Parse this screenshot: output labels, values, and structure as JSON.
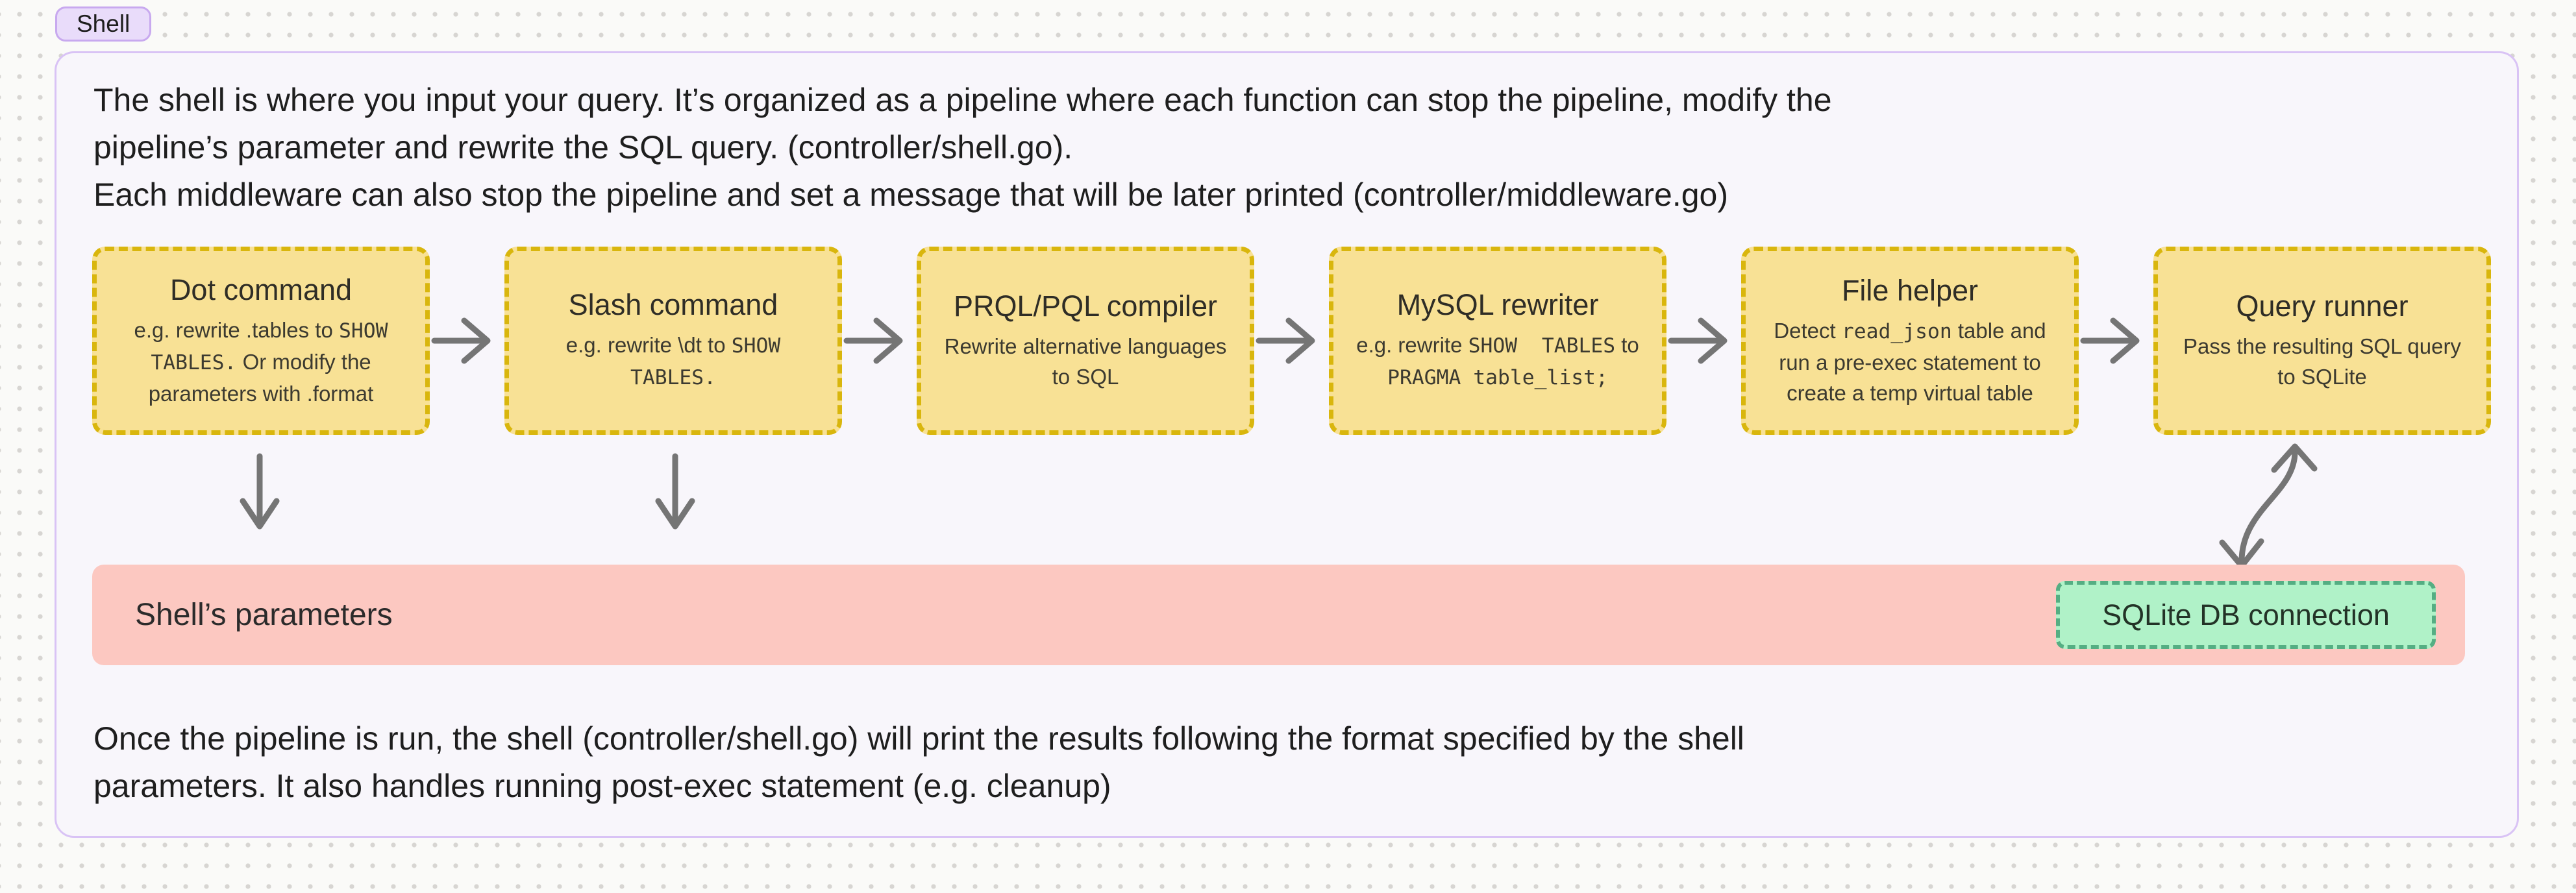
{
  "frame": {
    "label": "Shell"
  },
  "intro": {
    "lines": [
      "The shell is where you input your query. It’s organized as a pipeline where each function can stop the pipeline, modify the",
      "pipeline’s parameter and rewrite the SQL query. (controller/shell.go).",
      "Each middleware can also stop the pipeline and set a message that will be later printed (controller/middleware.go)"
    ]
  },
  "pipeline": {
    "boxes": [
      {
        "title": "Dot command",
        "desc": [
          {
            "text": "e.g. rewrite .tables to "
          },
          {
            "text": "SHOW TABLES.",
            "mono": true
          },
          {
            "text": " Or modify the parameters with .format"
          }
        ]
      },
      {
        "title": "Slash command",
        "desc": [
          {
            "text": "e.g. rewrite \\dt to "
          },
          {
            "text": "SHOW TABLES.",
            "mono": true
          }
        ]
      },
      {
        "title": "PRQL/PQL compiler",
        "desc": [
          {
            "text": "Rewrite alternative languages to SQL"
          }
        ]
      },
      {
        "title": "MySQL rewriter",
        "desc": [
          {
            "text": "e.g. rewrite "
          },
          {
            "text": "SHOW  TABLES",
            "mono": true
          },
          {
            "text": " to "
          },
          {
            "text": "PRAGMA table_list;",
            "mono": true
          }
        ]
      },
      {
        "title": "File helper",
        "desc": [
          {
            "text": "Detect "
          },
          {
            "text": "read_json",
            "mono": true
          },
          {
            "text": " table and run a pre-exec statement to create a temp virtual table"
          }
        ]
      },
      {
        "title": "Query runner",
        "desc": [
          {
            "text": "Pass the resulting SQL query to SQLite"
          }
        ]
      }
    ]
  },
  "parameters_bar": {
    "label": "Shell’s parameters"
  },
  "sqlite_box": {
    "label": "SQLite DB connection"
  },
  "outro": {
    "lines": [
      "Once the pipeline is run, the shell (controller/shell.go) will print the results following the format specified by the shell",
      "parameters. It also handles running post-exec statement (e.g. cleanup)"
    ]
  },
  "colors": {
    "frame_border": "#d9c3f5",
    "label_pill_bg": "#e9dcfa",
    "box_fill": "#f8e195",
    "box_border": "#d9b60d",
    "params_bar_bg": "#fcc8c1",
    "sqlite_fill": "#b0f2c8",
    "sqlite_border": "#55ae83",
    "arrow": "#757575"
  }
}
